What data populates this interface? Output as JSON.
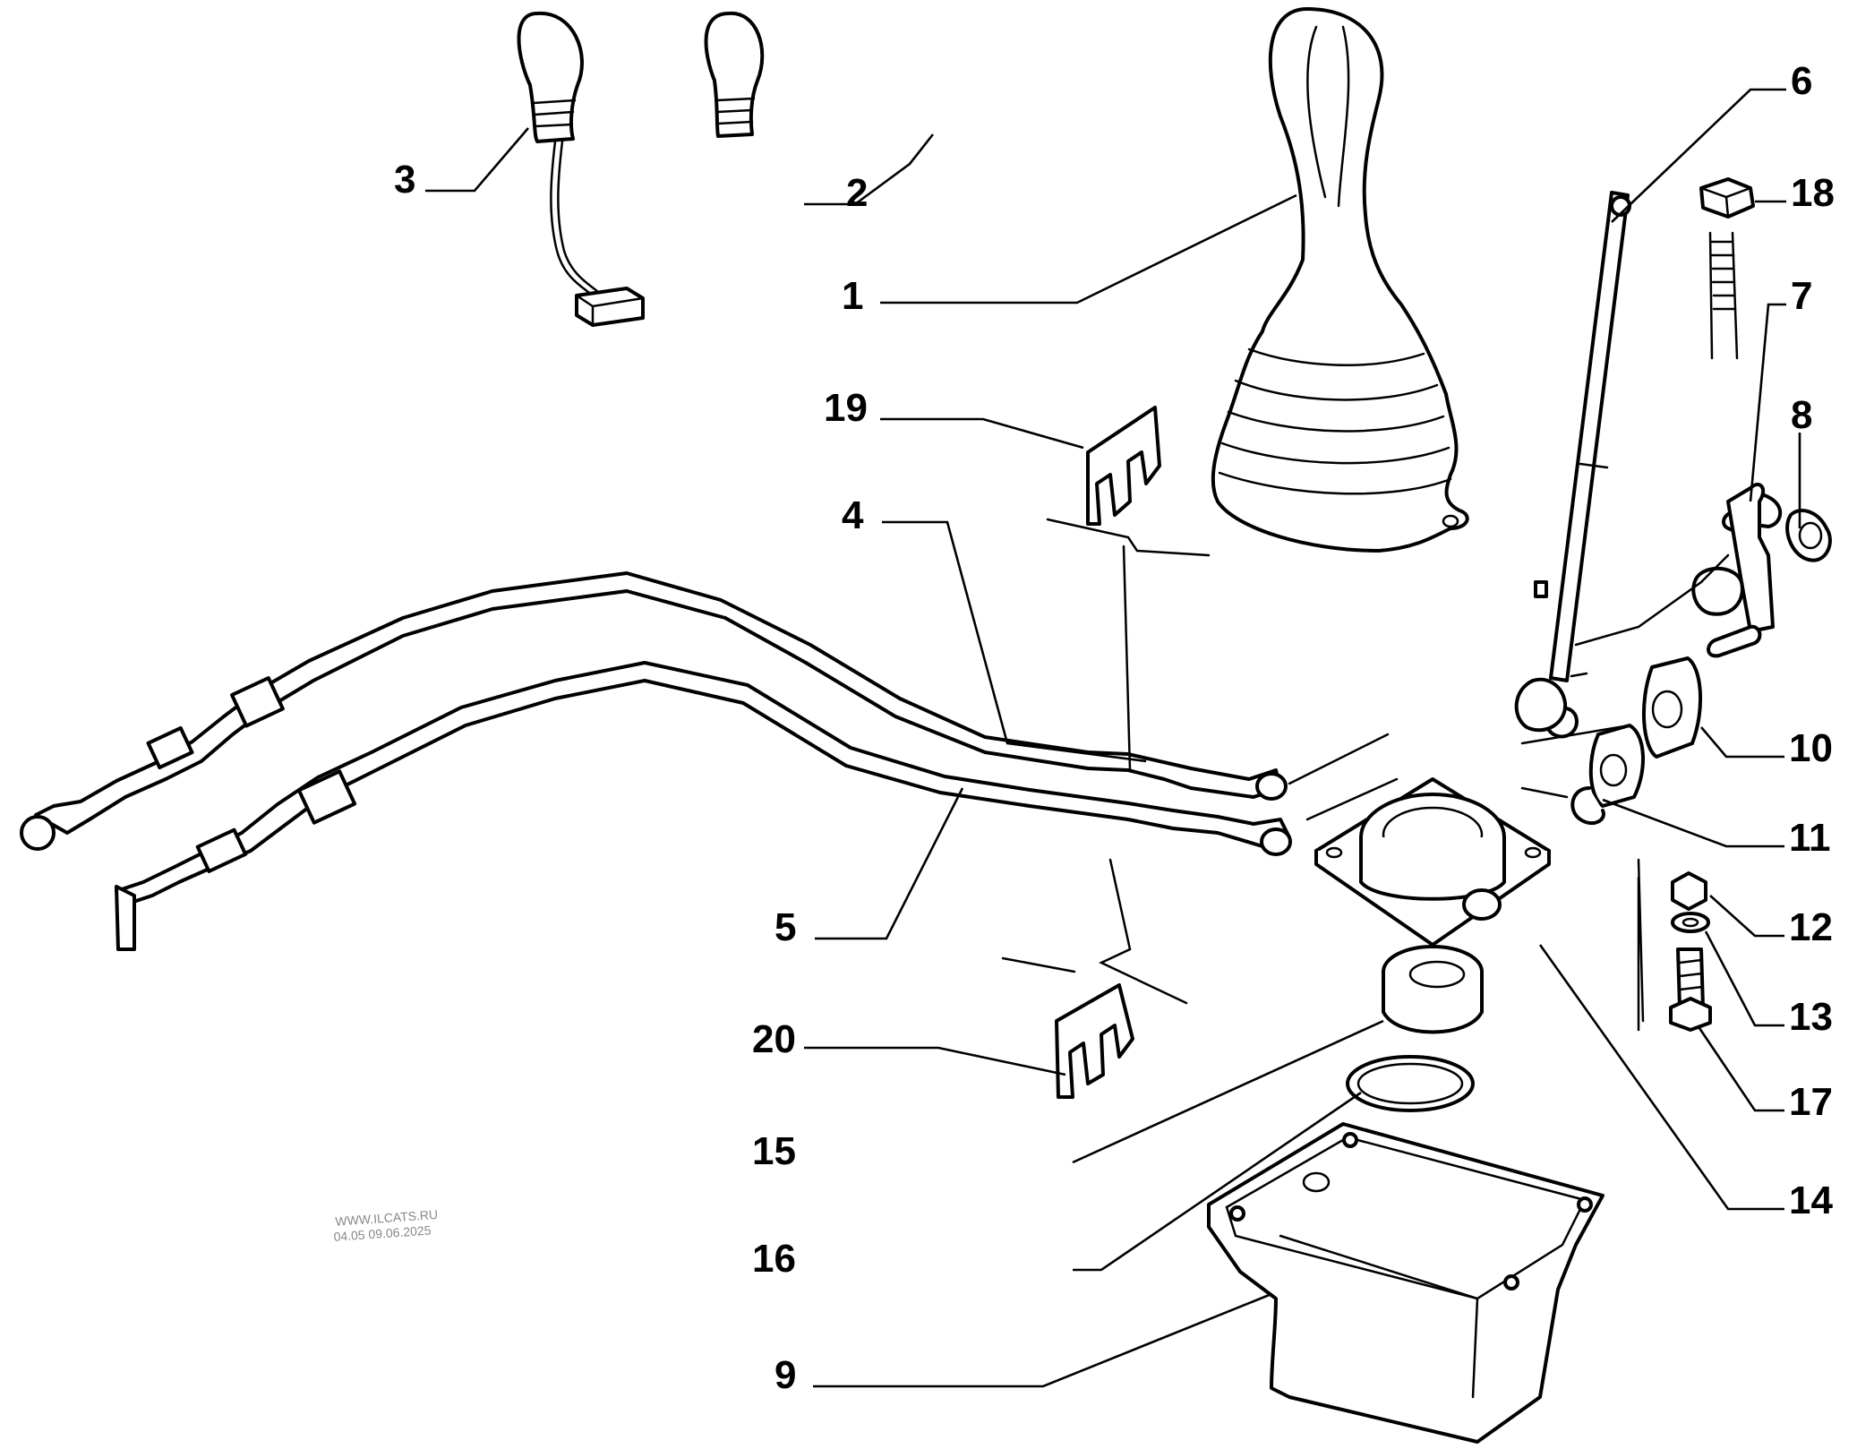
{
  "callouts": [
    {
      "id": "1",
      "text": "1"
    },
    {
      "id": "2",
      "text": "2"
    },
    {
      "id": "3",
      "text": "3"
    },
    {
      "id": "4",
      "text": "4"
    },
    {
      "id": "5",
      "text": "5"
    },
    {
      "id": "6",
      "text": "6"
    },
    {
      "id": "7",
      "text": "7"
    },
    {
      "id": "8",
      "text": "8"
    },
    {
      "id": "9",
      "text": "9"
    },
    {
      "id": "10",
      "text": "10"
    },
    {
      "id": "11",
      "text": "11"
    },
    {
      "id": "12",
      "text": "12"
    },
    {
      "id": "13",
      "text": "13"
    },
    {
      "id": "14",
      "text": "14"
    },
    {
      "id": "15",
      "text": "15"
    },
    {
      "id": "16",
      "text": "16"
    },
    {
      "id": "17",
      "text": "17"
    },
    {
      "id": "18",
      "text": "18"
    },
    {
      "id": "19",
      "text": "19"
    },
    {
      "id": "20",
      "text": "20"
    }
  ],
  "watermark": {
    "line1": "WWW.ILCATS.RU",
    "line2": "04.05 09.06.2025"
  }
}
